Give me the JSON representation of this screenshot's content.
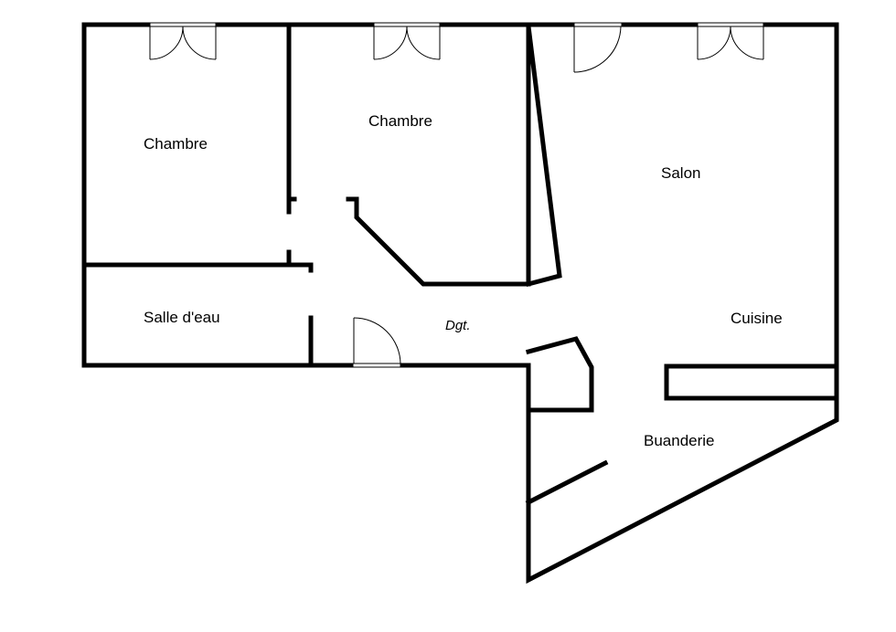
{
  "rooms": {
    "chambre_left": "Chambre",
    "chambre_center": "Chambre",
    "salon": "Salon",
    "salle_deau": "Salle d'eau",
    "degagement": "Dgt.",
    "cuisine": "Cuisine",
    "buanderie": "Buanderie"
  }
}
